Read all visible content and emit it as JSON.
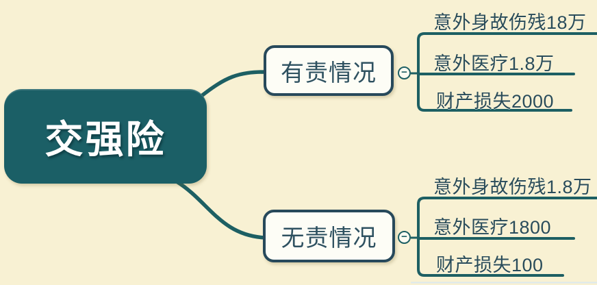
{
  "diagram": {
    "type": "mindmap",
    "root": {
      "label": "交强险"
    },
    "branches": [
      {
        "label": "有责情况",
        "children": [
          "意外身故伤残18万",
          "意外医疗1.8万",
          "财产损失2000"
        ]
      },
      {
        "label": "无责情况",
        "children": [
          "意外身故伤残1.8万",
          "意外医疗1800",
          "财产损失100"
        ]
      }
    ],
    "collapse_symbol": "−"
  },
  "colors": {
    "background": "#f8f1d3",
    "root_fill": "#1b5f66",
    "root_text": "#ffffff",
    "node_border": "#27495b",
    "node_fill": "#fdfdf6",
    "node_text": "#2e5160",
    "leaf_text": "#2a4c59",
    "line": "#1d5f63",
    "faint_line": "#dce9ee"
  }
}
